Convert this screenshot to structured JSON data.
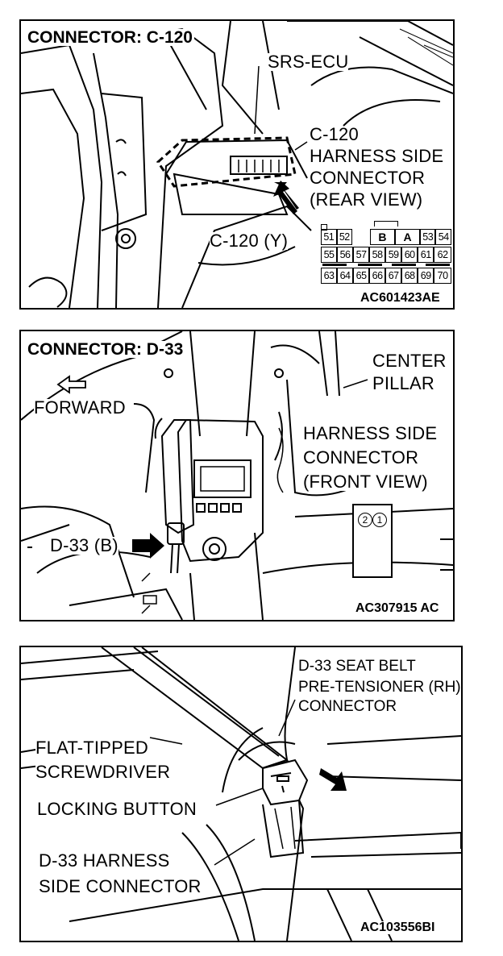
{
  "panel1": {
    "title": "CONNECTOR: C-120",
    "ecu_label": "SRS-ECU",
    "connector_label_lines": [
      "C-120",
      "HARNESS SIDE",
      "CONNECTOR",
      "(REAR VIEW)"
    ],
    "connector_id": "C-120 (Y)",
    "pin_rows": [
      [
        "51",
        "52",
        "",
        "B",
        "A",
        "53",
        "54"
      ],
      [
        "55",
        "56",
        "57",
        "58",
        "59",
        "60",
        "61",
        "62"
      ],
      [
        "63",
        "64",
        "65",
        "66",
        "67",
        "68",
        "69",
        "70"
      ]
    ],
    "figure_code": "AC601423AE"
  },
  "panel2": {
    "title": "CONNECTOR: D-33",
    "pillar_lines": [
      "CENTER",
      "PILLAR"
    ],
    "forward_label": "FORWARD",
    "connector_label_lines": [
      "HARNESS SIDE",
      "CONNECTOR",
      "(FRONT VIEW)"
    ],
    "connector_id": "D-33 (B)",
    "pins": [
      "2",
      "1"
    ],
    "figure_code": "AC307915 AC"
  },
  "panel3": {
    "connector_lines": [
      "D-33 SEAT BELT",
      "PRE-TENSIONER (RH)",
      "CONNECTOR"
    ],
    "screwdriver_lines": [
      "FLAT-TIPPED",
      "SCREWDRIVER"
    ],
    "locking_button": "LOCKING BUTTON",
    "harness_lines": [
      "D-33 HARNESS",
      "SIDE CONNECTOR"
    ],
    "figure_code": "AC103556BI"
  }
}
